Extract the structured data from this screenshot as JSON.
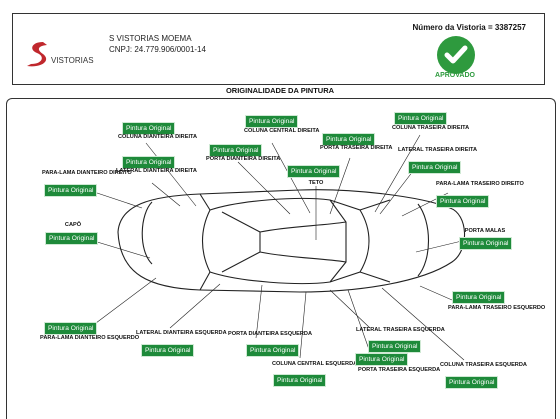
{
  "header": {
    "company_name": "S VISTORIAS MOEMA",
    "cnpj": "CNPJ: 24.779.906/0001-14",
    "logo_text": "VISTORIAS",
    "vistoria_number": "Número da Vistoria = 3387257",
    "status": "APROVADO",
    "status_color": "#2e9a3e"
  },
  "section_title": "ORIGINALIDADE DA PINTURA",
  "badge_color": "#1e8a3a",
  "parts": [
    {
      "label": "COLUNA DIANTEIRA DIREITA",
      "status": "Pintura Original"
    },
    {
      "label": "LATERAL DIANTEIRA DIREITA",
      "status": "Pintura Original"
    },
    {
      "label": "COLUNA CENTRAL DIREITA",
      "status": "Pintura Original"
    },
    {
      "label": "PORTA DIANTEIRA DIREITA",
      "status": "Pintura Original"
    },
    {
      "label": "PORTA TRASEIRA DIREITA",
      "status": "Pintura Original"
    },
    {
      "label": "COLUNA TRASEIRA DIREITA",
      "status": "Pintura Original"
    },
    {
      "label": "LATERAL TRASEIRA DIREITA",
      "status": "Pintura Original"
    },
    {
      "label": "PARA-LAMA DIANTEIRO DIREITO",
      "status": "Pintura Original"
    },
    {
      "label": "TETO",
      "status": "Pintura Original"
    },
    {
      "label": "PARA-LAMA TRASEIRO DIREITO",
      "status": "Pintura Original"
    },
    {
      "label": "CAPÔ",
      "status": "Pintura Original"
    },
    {
      "label": "PORTA MALAS",
      "status": "Pintura Original"
    },
    {
      "label": "PARA-LAMA TRASEIRO ESQUERDO",
      "status": "Pintura Original"
    },
    {
      "label": "PARA-LAMA DIANTEIRO ESQUERDO",
      "status": "Pintura Original"
    },
    {
      "label": "LATERAL DIANTEIRA ESQUERDA",
      "status": "Pintura Original"
    },
    {
      "label": "PORTA DIANTEIRA ESQUERDA",
      "status": "Pintura Original"
    },
    {
      "label": "LATERAL TRASEIRA ESQUERDA",
      "status": "Pintura Original"
    },
    {
      "label": "COLUNA CENTRAL ESQUERDA",
      "status": "Pintura Original"
    },
    {
      "label": "PORTA TRASEIRA ESQUERDA",
      "status": "Pintura Original"
    },
    {
      "label": "COLUNA TRASEIRA ESQUERDA",
      "status": "Pintura Original"
    }
  ]
}
